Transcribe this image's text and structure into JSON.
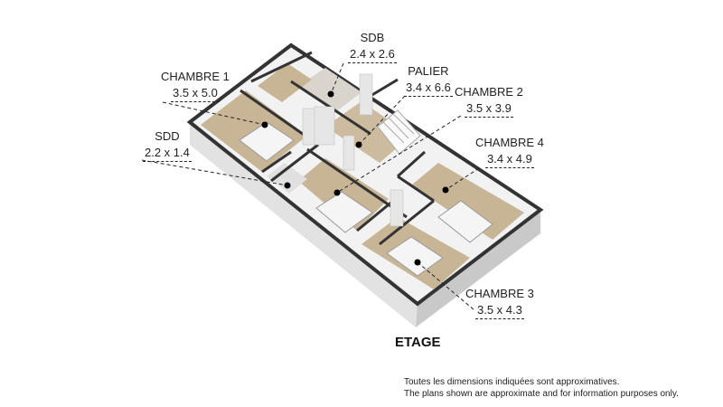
{
  "rooms": [
    {
      "name": "SDB",
      "size": "2.4 x 2.6"
    },
    {
      "name": "CHAMBRE 1",
      "size": "3.5 x 5.0"
    },
    {
      "name": "PALIER",
      "size": "3.4 x 6.6"
    },
    {
      "name": "CHAMBRE 2",
      "size": "3.5 x 3.9"
    },
    {
      "name": "SDD",
      "size": "2.2 x 1.4"
    },
    {
      "name": "CHAMBRE 4",
      "size": "3.4 x 4.9"
    },
    {
      "name": "CHAMBRE 3",
      "size": "3.5 x 4.3"
    }
  ],
  "floor_title": "ETAGE",
  "disclaimer": {
    "fr": "Toutes les dimensions indiquées sont approximatives.",
    "en": "The plans shown are approximate and for information purposes only."
  },
  "colors": {
    "wall": "#333333",
    "floor_wood": "#c8b596",
    "wall_face": "#e6e6e6",
    "base": "#d9d9d9"
  }
}
